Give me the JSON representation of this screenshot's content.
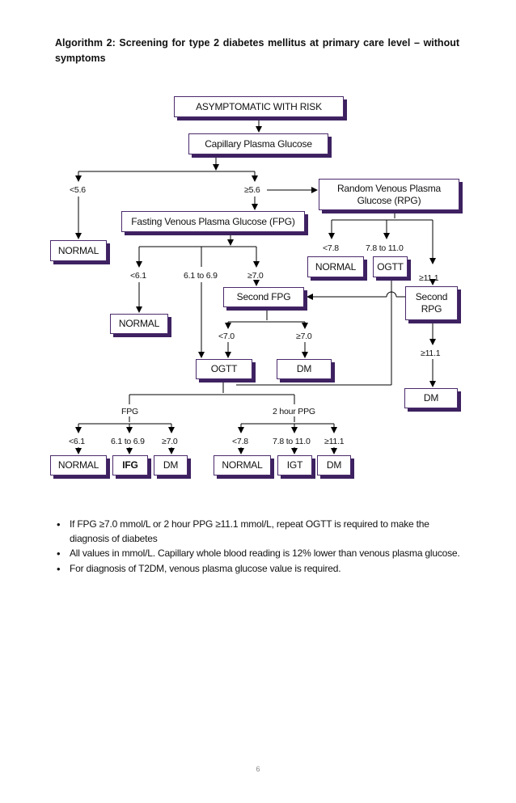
{
  "title": "Algorithm 2: Screening for type 2 diabetes mellitus at primary care level – without symptoms",
  "nodes": {
    "asymptomatic": "ASYMPTOMATIC WITH RISK",
    "capillary": "Capillary Plasma Glucose",
    "random_venous": "Random Venous Plasma Glucose (RPG)",
    "fasting_venous": "Fasting Venous Plasma Glucose (FPG)",
    "normal_a": "NORMAL",
    "normal_b": "NORMAL",
    "ogtt_right": "OGTT",
    "second_fpg": "Second FPG",
    "second_rpg": "Second RPG",
    "normal_c": "NORMAL",
    "ogtt_main": "OGTT",
    "dm_mid": "DM",
    "dm_right": "DM",
    "normal_d": "NORMAL",
    "ifg": "IFG",
    "dm_left": "DM",
    "normal_e": "NORMAL",
    "igt": "IGT",
    "dm_last": "DM"
  },
  "labels": {
    "cap_low": "<5.6",
    "cap_high": "≥5.6",
    "rpg_low": "<7.8",
    "rpg_mid": "7.8 to 11.0",
    "rpg_high": "≥11.1",
    "fpg_low": "<6.1",
    "fpg_mid": "6.1 to 6.9",
    "fpg_high": "≥7.0",
    "sfpg_low": "<7.0",
    "sfpg_high": "≥7.0",
    "srpg_high": "≥11.1",
    "ogtt_fpg": "FPG",
    "ogtt_ppg": "2 hour PPG",
    "o_fpg_low": "<6.1",
    "o_fpg_mid": "6.1 to 6.9",
    "o_fpg_high": "≥7.0",
    "o_ppg_low": "<7.8",
    "o_ppg_mid": "7.8 to 11.0",
    "o_ppg_high": "≥11.1"
  },
  "notes": [
    "If FPG  ≥7.0 mmol/L or 2 hour PPG ≥11.1 mmol/L, repeat OGTT is required to make the diagnosis of diabetes",
    "All values in mmol/L. Capillary whole blood reading is 12% lower than venous plasma glucose.",
    "For diagnosis of T2DM, venous plasma glucose value is required."
  ],
  "page_number": "6",
  "colors": {
    "box_border": "#4a2a6c",
    "box_shadow": "#3d2160",
    "line": "#000000"
  }
}
